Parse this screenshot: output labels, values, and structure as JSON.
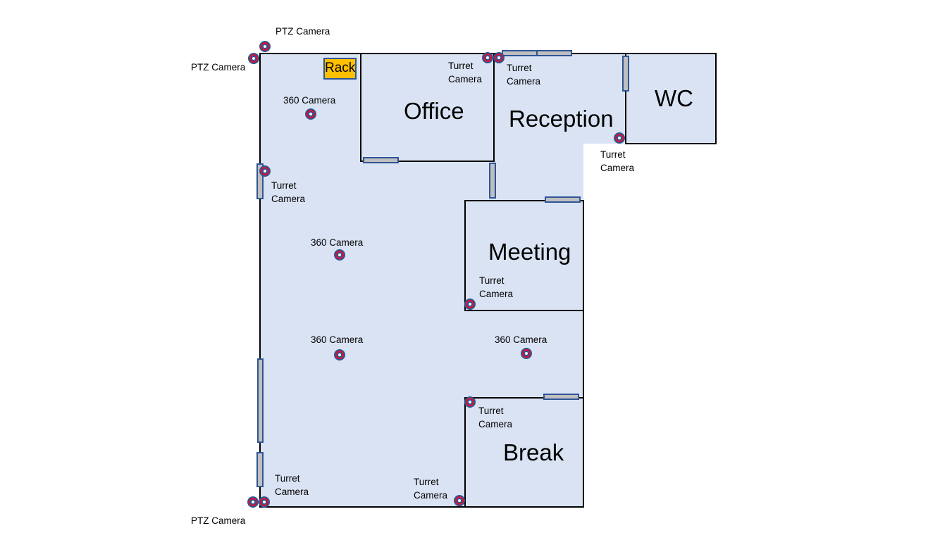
{
  "colors": {
    "floor": "#dae3f3",
    "wall": "#000000",
    "door_fill": "#bfbfbf",
    "door_border": "#2f5597",
    "camera_ring": "#e0102a",
    "camera_outer": "#2f5597",
    "rack_fill": "#ffc000"
  },
  "rooms": {
    "office": "Office",
    "reception": "Reception",
    "wc": "WC",
    "meeting": "Meeting",
    "break": "Break"
  },
  "rack": {
    "label": "Rack"
  },
  "cameras": {
    "ptz_top": "PTZ Camera",
    "ptz_left": "PTZ Camera",
    "ptz_bottom": "PTZ Camera",
    "cam360_top": "360 Camera",
    "cam360_mid": "360 Camera",
    "cam360_low": "360 Camera",
    "cam360_right": "360 Camera",
    "turret_office": "Turret\nCamera",
    "turret_reception": "Turret\nCamera",
    "turret_reception_wc": "Turret\nCamera",
    "turret_left_wall": "Turret\nCamera",
    "turret_meeting": "Turret\nCamera",
    "turret_break": "Turret\nCamera",
    "turret_bottom_left": "Turret\nCamera",
    "turret_bottom_mid": "Turret\nCamera"
  }
}
